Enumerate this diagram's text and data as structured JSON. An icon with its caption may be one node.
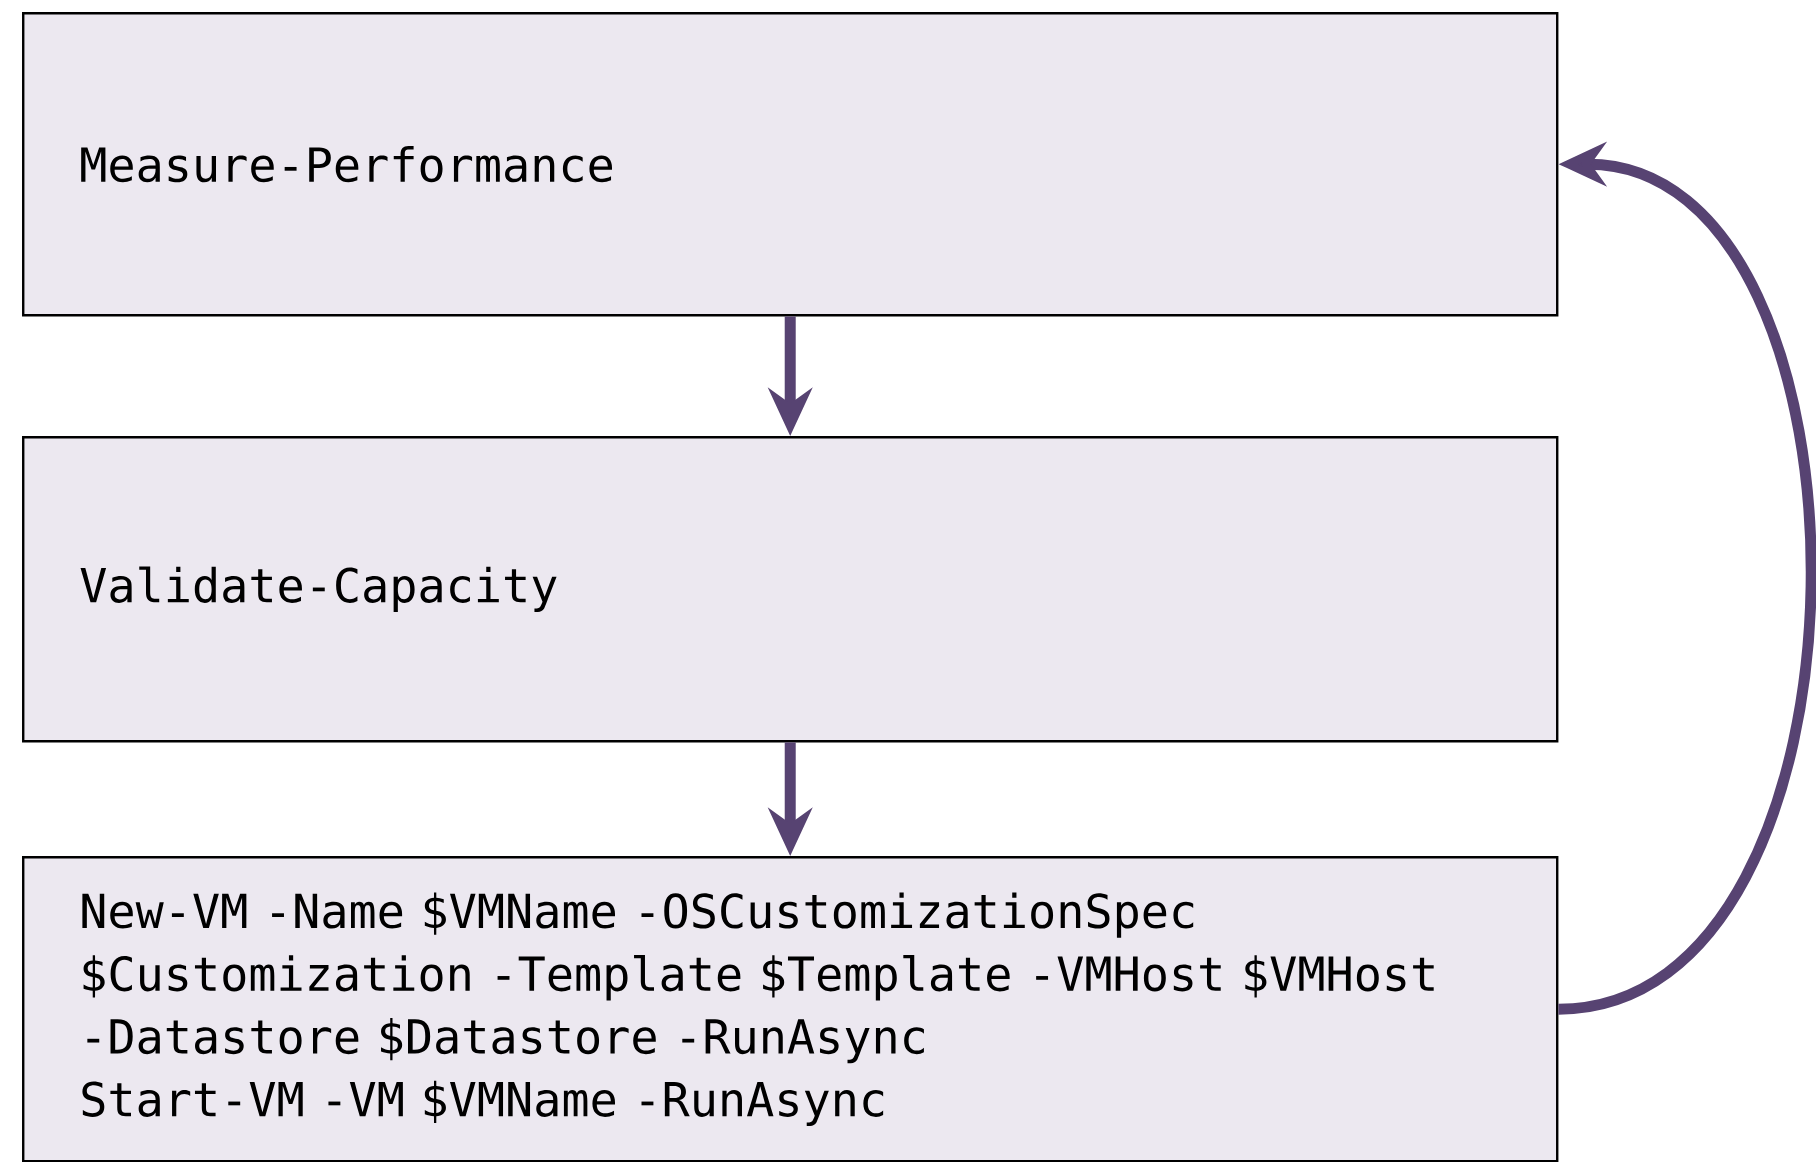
{
  "diagram": {
    "nodes": [
      {
        "text": [
          "Measure-Performance"
        ]
      },
      {
        "text": [
          "Validate-Capacity"
        ]
      },
      {
        "text": [
          "New-VM -Name $VMName -OSCustomizationSpec $Customization -Template $Template -VMHost $VMHost -Datastore $Datastore -RunAsync",
          "Start-VM -VM $VMName -RunAsync"
        ]
      }
    ],
    "edges": [
      {
        "from": 0,
        "to": 1,
        "arrow": "to"
      },
      {
        "from": 1,
        "to": 2,
        "arrow": "to"
      },
      {
        "from": 2,
        "to": 0,
        "arrow": "to"
      }
    ]
  }
}
